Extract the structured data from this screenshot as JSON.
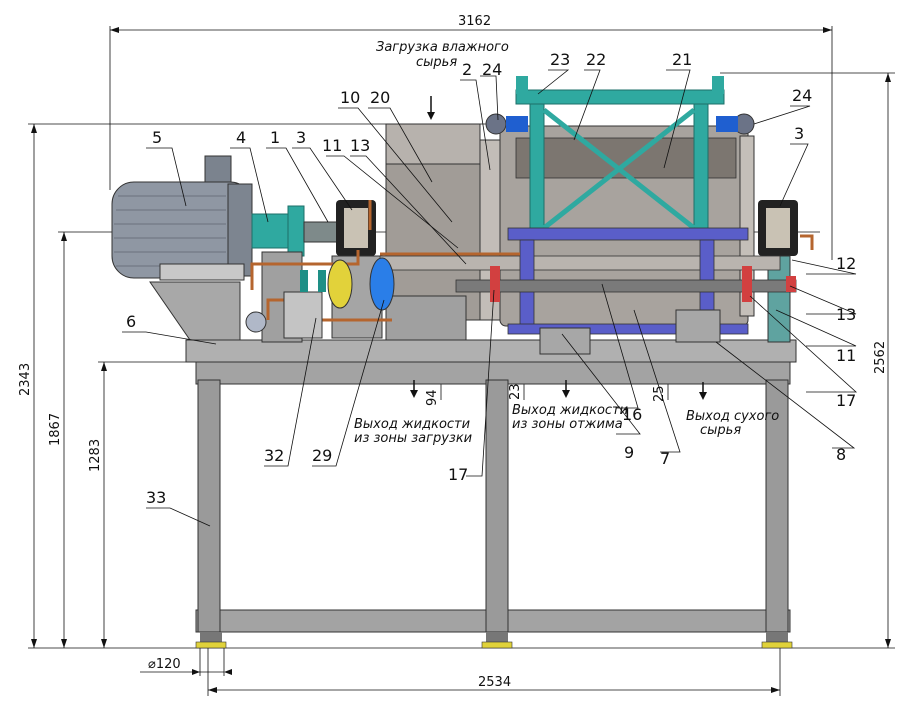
{
  "dimensions": {
    "overall_length": "3162",
    "base_length": "2534",
    "foot_diameter": "⌀120",
    "height_2343": "2343",
    "height_1867": "1867",
    "height_1283": "1283",
    "height_2562": "2562",
    "gap_94": "94",
    "gap_23": "23",
    "gap_25": "25"
  },
  "notes": {
    "load_line1": "Загрузка влажного",
    "load_line2": "сырья",
    "outlet_load_line1": "Выход жидкости",
    "outlet_load_line2": "из зоны загрузки",
    "outlet_press_line1": "Выход жидкости",
    "outlet_press_line2": "из зоны отжима",
    "outlet_dry_line1": "Выход сухого",
    "outlet_dry_line2": "сырья"
  },
  "callouts": {
    "c1": "1",
    "c2": "2",
    "c3a": "3",
    "c3b": "3",
    "c4": "4",
    "c5": "5",
    "c6": "6",
    "c7": "7",
    "c8": "8",
    "c9": "9",
    "c10": "10",
    "c11a": "11",
    "c11b": "11",
    "c12": "12",
    "c13a": "13",
    "c13b": "13",
    "c16": "16",
    "c17a": "17",
    "c17b": "17",
    "c20": "20",
    "c21": "21",
    "c22": "22",
    "c23": "23",
    "c24a": "24",
    "c24b": "24",
    "c29": "29",
    "c32": "32",
    "c33": "33"
  },
  "colors": {
    "frame": "#9a9a9a",
    "motor": "#8f97a3",
    "drum": "#a8a39e",
    "teal": "#2fa9a0",
    "blue_bar": "#5a5ec9",
    "pipe": "#b5652e",
    "yellow_tank": "#e2d23a",
    "blue_pump": "#2a7ee8"
  }
}
